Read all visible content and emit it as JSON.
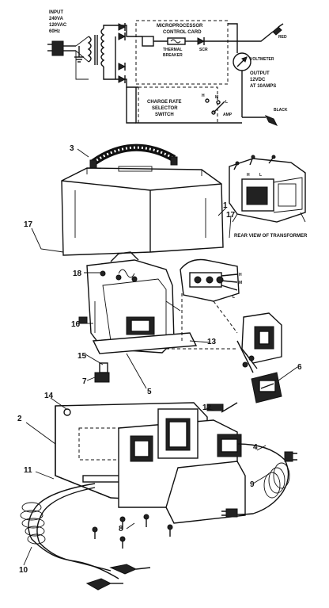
{
  "schematic": {
    "input_lines": [
      "INPUT",
      "240VA",
      "120VAC",
      "60Hz"
    ],
    "micro_lines": [
      "MICROPROCESSOR",
      "CONTROL CARD"
    ],
    "thermal_lines": [
      "THERMAL",
      "BREAKER"
    ],
    "scr": "SCR",
    "voltmeter": "VOLTMETER",
    "output_lines": [
      "OUTPUT",
      "12VDC",
      "AT 10AMPS"
    ],
    "red": "RED",
    "black": "BLACK",
    "selector_lines": [
      "CHARGE RATE",
      "SELECTOR",
      "SWITCH"
    ],
    "amp_label": "AMP",
    "h": "H",
    "m": "M",
    "l": "L"
  },
  "labels": {
    "rear_view": "REAR VIEW OF TRANSFORMER"
  },
  "callouts": [
    "1",
    "2",
    "3",
    "4",
    "5",
    "6",
    "7",
    "8",
    "9",
    "10",
    "11",
    "12",
    "13",
    "14",
    "15",
    "16",
    "17",
    "17",
    "18"
  ]
}
